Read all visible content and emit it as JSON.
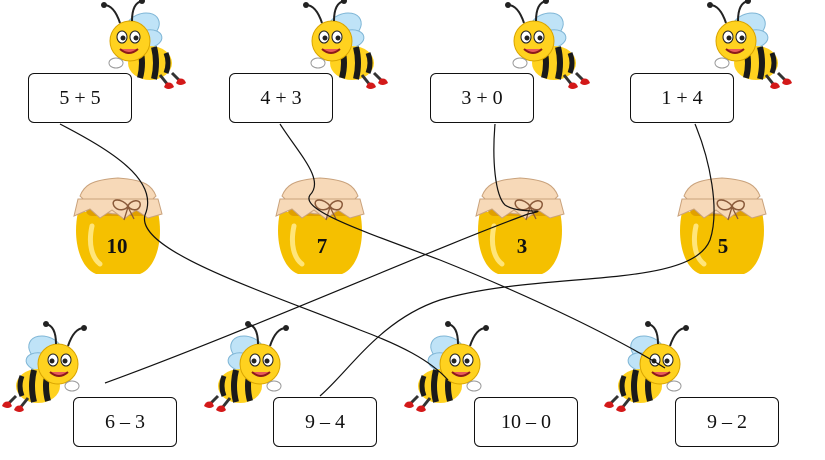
{
  "top_expressions": [
    "5 + 5",
    "4 + 3",
    "3 + 0",
    "1 + 4"
  ],
  "jar_values": [
    "10",
    "7",
    "3",
    "5"
  ],
  "bottom_expressions": [
    "6 – 3",
    "9 – 4",
    "10 – 0",
    "9 – 2"
  ],
  "colors": {
    "honey": "#F5C000",
    "honey_dark": "#E0A000",
    "cloth": "#F7D9B8",
    "bee_body": "#FFD21F",
    "bee_stripe": "#1A1A1A",
    "bee_wing": "#BFE3F7",
    "bee_shoe": "#D31919",
    "line": "#111111"
  },
  "icons": [
    "bee-icon",
    "honey-jar-icon"
  ]
}
